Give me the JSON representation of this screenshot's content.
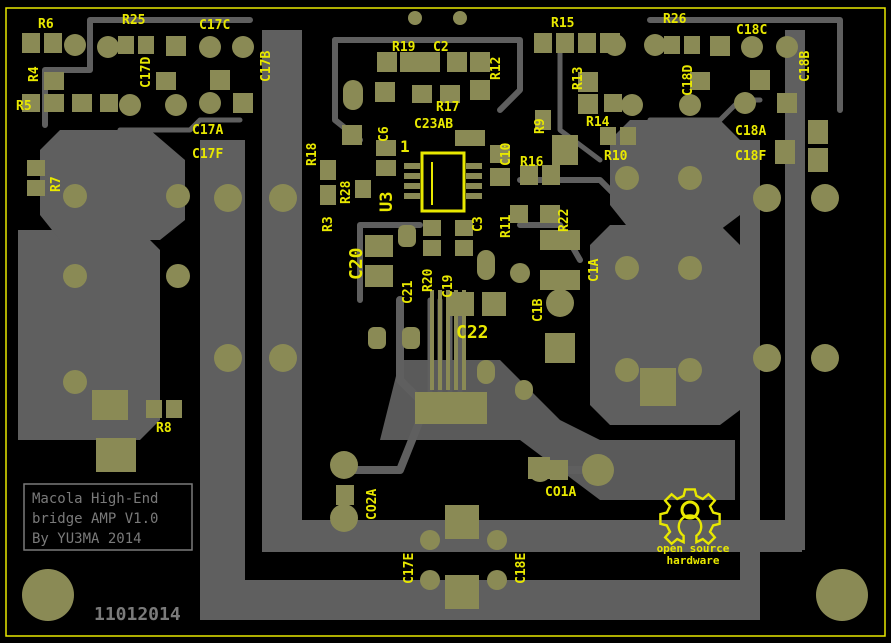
{
  "board": {
    "colors": {
      "background": "#000000",
      "copper": "#5f5f5f",
      "pad": "#8a8a55",
      "silkscreen": "#e8e800",
      "outline": "#e8e800"
    }
  },
  "labels": [
    {
      "id": "R6",
      "text": "R6"
    },
    {
      "id": "R25",
      "text": "R25"
    },
    {
      "id": "C17C",
      "text": "C17C"
    },
    {
      "id": "C17D",
      "text": "C17D"
    },
    {
      "id": "C17B",
      "text": "C17B"
    },
    {
      "id": "R4",
      "text": "R4"
    },
    {
      "id": "R5",
      "text": "R5"
    },
    {
      "id": "C17A",
      "text": "C17A"
    },
    {
      "id": "C17F",
      "text": "C17F"
    },
    {
      "id": "R7",
      "text": "R7"
    },
    {
      "id": "R19",
      "text": "R19"
    },
    {
      "id": "C2",
      "text": "C2"
    },
    {
      "id": "R12",
      "text": "R12"
    },
    {
      "id": "R17",
      "text": "R17"
    },
    {
      "id": "C23AB",
      "text": "C23AB"
    },
    {
      "id": "R18",
      "text": "R18"
    },
    {
      "id": "C6",
      "text": "C6"
    },
    {
      "id": "1",
      "text": "1"
    },
    {
      "id": "R28",
      "text": "R28"
    },
    {
      "id": "U3",
      "text": "U3"
    },
    {
      "id": "R3",
      "text": "R3"
    },
    {
      "id": "C20",
      "text": "C20"
    },
    {
      "id": "C21",
      "text": "C21"
    },
    {
      "id": "R20",
      "text": "R20"
    },
    {
      "id": "C19",
      "text": "C19"
    },
    {
      "id": "C3",
      "text": "C3"
    },
    {
      "id": "R11",
      "text": "R11"
    },
    {
      "id": "C10",
      "text": "C10"
    },
    {
      "id": "R16",
      "text": "R16"
    },
    {
      "id": "R22",
      "text": "R22"
    },
    {
      "id": "C1A",
      "text": "C1A"
    },
    {
      "id": "C1B",
      "text": "C1B"
    },
    {
      "id": "C22",
      "text": "C22"
    },
    {
      "id": "R9",
      "text": "R9"
    },
    {
      "id": "R15",
      "text": "R15"
    },
    {
      "id": "R13",
      "text": "R13"
    },
    {
      "id": "R14",
      "text": "R14"
    },
    {
      "id": "R10",
      "text": "R10"
    },
    {
      "id": "R26",
      "text": "R26"
    },
    {
      "id": "C18D",
      "text": "C18D"
    },
    {
      "id": "C18C",
      "text": "C18C"
    },
    {
      "id": "C18B",
      "text": "C18B"
    },
    {
      "id": "C18A",
      "text": "C18A"
    },
    {
      "id": "C18F",
      "text": "C18F"
    },
    {
      "id": "R8",
      "text": "R8"
    },
    {
      "id": "CO2A",
      "text": "CO2A"
    },
    {
      "id": "CO1A",
      "text": "CO1A"
    },
    {
      "id": "C17E",
      "text": "C17E"
    },
    {
      "id": "C18E",
      "text": "C18E"
    }
  ],
  "title_block": {
    "line1": "Macola High-End",
    "line2": "bridge AMP V1.0",
    "line3": "By YU3MA 2014"
  },
  "oshw": {
    "line1": "open source",
    "line2": "hardware"
  },
  "date_code": "11012014"
}
